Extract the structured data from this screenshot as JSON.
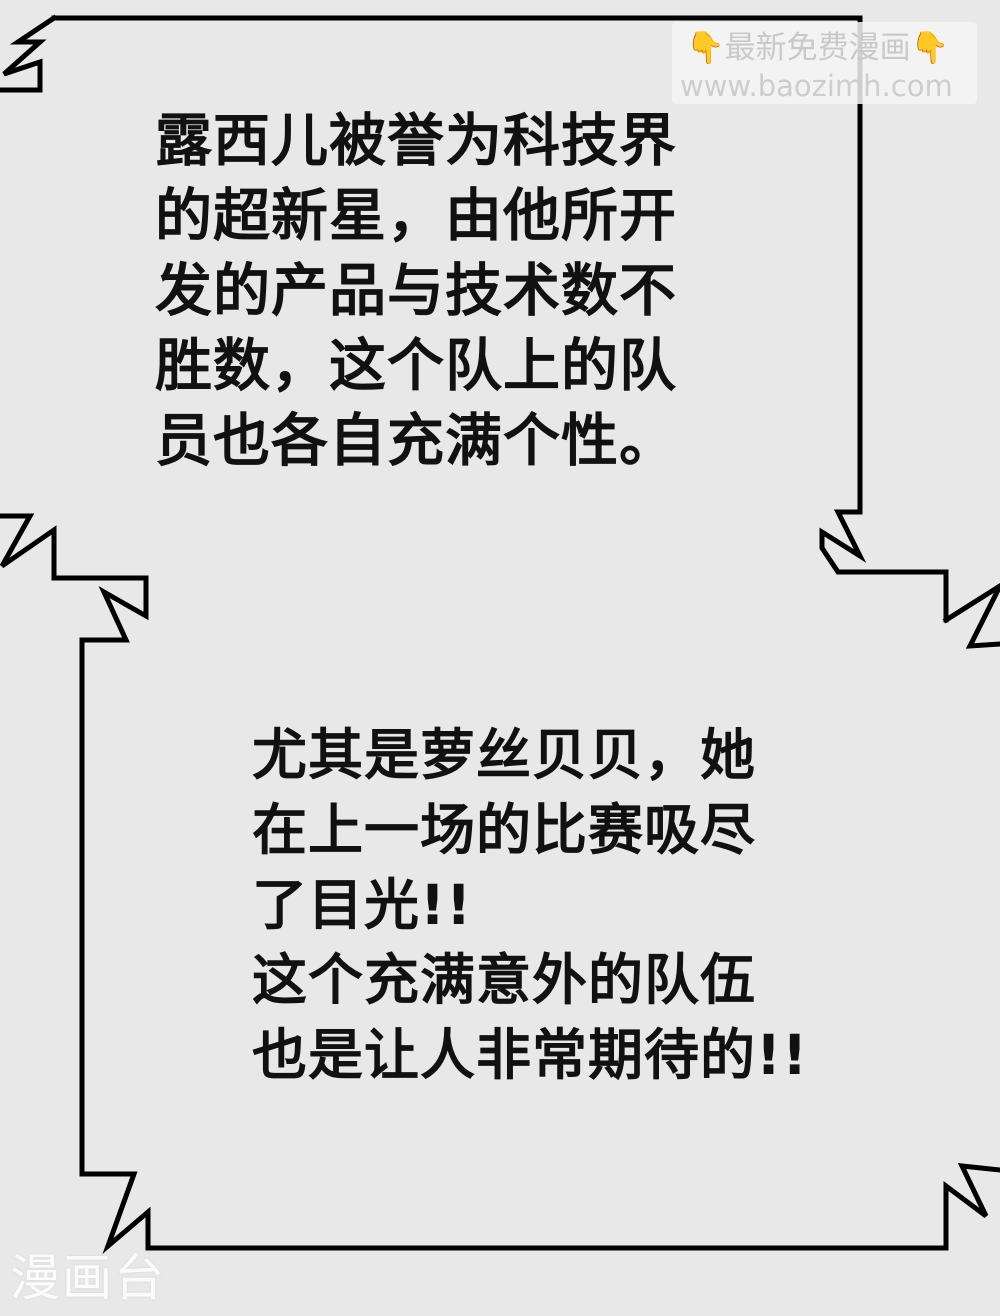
{
  "panel_top": {
    "lines": [
      "露西儿被誉为科技界",
      "的超新星，由他所开",
      "发的产品与技术数不",
      "胜数，这个队上的队",
      "员也各自充满个性。"
    ]
  },
  "panel_bottom": {
    "lines": [
      "尤其是萝丝贝贝，她",
      "在上一场的比赛吸尽",
      "了目光!!",
      "这个充满意外的队伍",
      "也是让人非常期待的!!"
    ]
  },
  "watermark": {
    "hand_left": "👇",
    "title": "最新免费漫画",
    "hand_right": "👇",
    "url": "www.baozimh.com",
    "logo": "漫画台"
  },
  "colors": {
    "background": "#e8e8e8",
    "text": "#111111",
    "border": "#000000"
  }
}
